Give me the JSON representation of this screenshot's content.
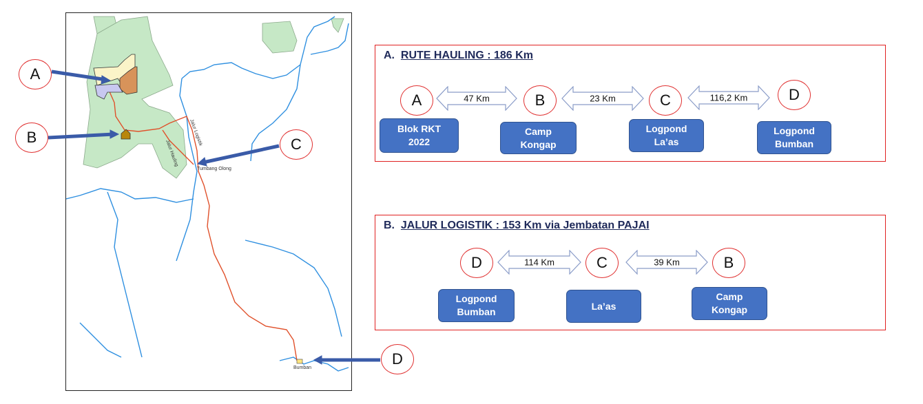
{
  "map": {
    "labels": {
      "tumbang_olong": "Tumbang Olong",
      "bumban": "Bumban",
      "jalur_logistik": "Jalur Logistik",
      "jalur_hauling": "Jalur Hauling"
    },
    "markers": [
      "A",
      "B",
      "C",
      "D"
    ]
  },
  "hauling": {
    "prefix": "A.",
    "title": "RUTE HAULING :   186 Km",
    "nodes": [
      {
        "letter": "A",
        "label_1": "Blok RKT",
        "label_2": "2022"
      },
      {
        "letter": "B",
        "label_1": "Camp",
        "label_2": "Kongap"
      },
      {
        "letter": "C",
        "label_1": "Logpond",
        "label_2": "La’as"
      },
      {
        "letter": "D",
        "label_1": "Logpond",
        "label_2": "Bumban"
      }
    ],
    "distances": [
      "47 Km",
      "23 Km",
      "116,2 Km"
    ]
  },
  "logistik": {
    "prefix": "B.",
    "title": "JALUR LOGISTIK :  153 Km  via Jembatan PAJAI",
    "nodes": [
      {
        "letter": "D",
        "label_1": "Logpond",
        "label_2": "Bumban"
      },
      {
        "letter": "C",
        "label_1": "La’as",
        "label_2": ""
      },
      {
        "letter": "B",
        "label_1": "Camp",
        "label_2": "Kongap"
      }
    ],
    "distances": [
      "114 Km",
      "39 Km"
    ]
  },
  "colors": {
    "panel_border": "#e02020",
    "box": "#4472c4",
    "arrow": "#8a9cc8",
    "route": "#e0502a",
    "river": "#2e8fe0",
    "forest": "#c6e8c6"
  }
}
